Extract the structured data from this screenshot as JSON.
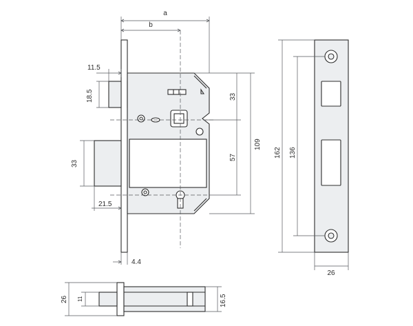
{
  "dimensions": {
    "a": "a",
    "b": "b",
    "d11_5": "11.5",
    "d18_5": "18.5",
    "d33_left": "33",
    "d21_5": "21.5",
    "d4_4": "4.4",
    "d33_right": "33",
    "d57": "57",
    "d109": "109",
    "d162": "162",
    "d136": "136",
    "d26_plate": "26",
    "d26_bottom": "26",
    "d11_bottom": "11",
    "d16_5": "16.5"
  },
  "colors": {
    "line": "#2c2c2c",
    "fill": "#eceef0",
    "dimension": "#55585c"
  }
}
